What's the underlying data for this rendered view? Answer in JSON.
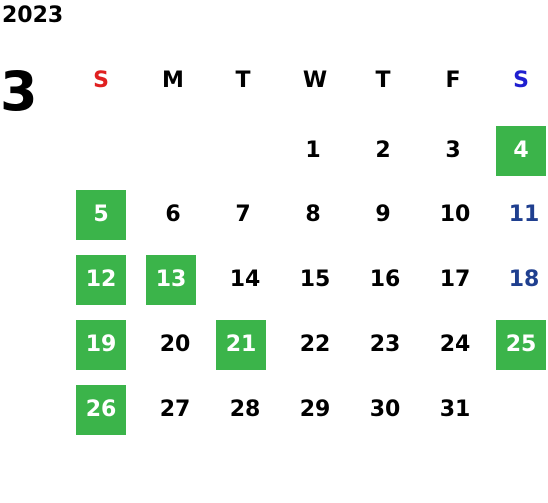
{
  "calendar": {
    "year": "2023",
    "month": "3",
    "weekdays": [
      "S",
      "M",
      "T",
      "W",
      "T",
      "F",
      "S"
    ],
    "highlight_color": "#3bb44a",
    "days": [
      "1",
      "2",
      "3",
      "4",
      "5",
      "6",
      "7",
      "8",
      "9",
      "10",
      "11",
      "12",
      "13",
      "14",
      "15",
      "16",
      "17",
      "18",
      "19",
      "20",
      "21",
      "22",
      "23",
      "24",
      "25",
      "26",
      "27",
      "28",
      "29",
      "30",
      "31"
    ],
    "highlighted_days": [
      "4",
      "5",
      "12",
      "13",
      "19",
      "21",
      "25",
      "26"
    ]
  }
}
